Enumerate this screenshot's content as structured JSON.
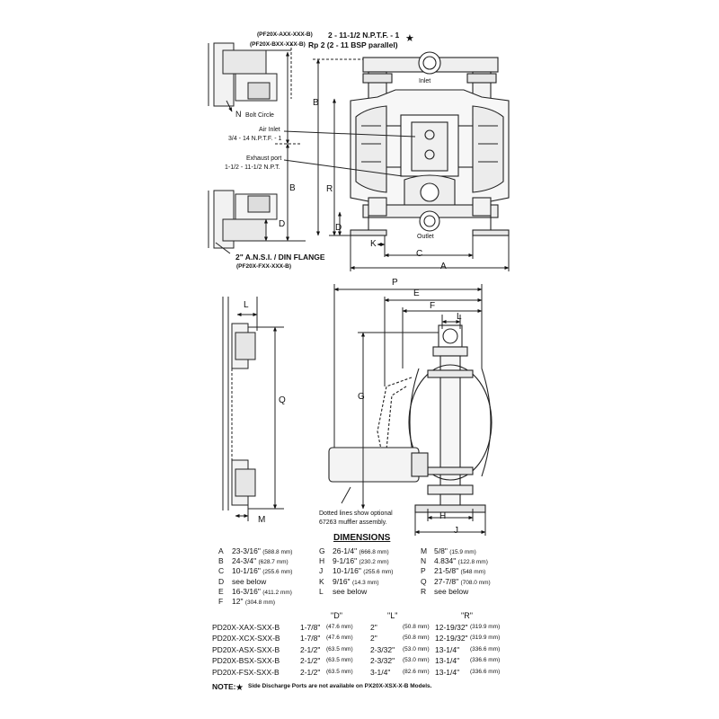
{
  "top_callouts": {
    "npt_code": "(PF20X-AXX-XXX-B)",
    "npt_label": "2 - 11-1/2 N.P.T.F. - 1",
    "bsp_code": "(PF20X-BXX-XXX-B)",
    "bsp_label": "Rp 2 (2 - 11 BSP parallel)"
  },
  "labels": {
    "inlet": "Inlet",
    "outlet": "Outlet",
    "bolt_circle": "Bolt Circle",
    "air_inlet_1": "Air Inlet",
    "air_inlet_2": "3/4 - 14 N.P.T.F. - 1",
    "exhaust_1": "Exhaust port",
    "exhaust_2": "1-1/2 - 11-1/2 N.P.T.",
    "flange_1": "2\" A.N.S.I. / DIN FLANGE",
    "flange_2": "(PF20X-FXX-XXX-B)",
    "dotted_1": "Dotted lines show optional",
    "dotted_2": "67263 muffler assembly."
  },
  "dim_letters": {
    "N": "N",
    "B": "B",
    "R": "R",
    "D": "D",
    "K": "K",
    "C": "C",
    "A": "A",
    "P": "P",
    "E": "E",
    "F": "F",
    "L": "L",
    "G": "G",
    "Q": "Q",
    "H": "H",
    "J": "J",
    "M": "M"
  },
  "dimensions": {
    "title": "DIMENSIONS",
    "col1": [
      {
        "k": "A",
        "v": "23-3/16\"",
        "mm": "(588.8 mm)"
      },
      {
        "k": "B",
        "v": "24-3/4\"",
        "mm": "(628.7 mm)"
      },
      {
        "k": "C",
        "v": "10-1/16\"",
        "mm": "(255.6 mm)"
      },
      {
        "k": "D",
        "v": "see below",
        "mm": ""
      },
      {
        "k": "E",
        "v": "16-3/16\"",
        "mm": "(411.2 mm)"
      },
      {
        "k": "F",
        "v": "12\"",
        "mm": "(304.8 mm)"
      }
    ],
    "col2": [
      {
        "k": "G",
        "v": "26-1/4\"",
        "mm": "(666.8 mm)"
      },
      {
        "k": "H",
        "v": "9-1/16\"",
        "mm": "(230.2 mm)"
      },
      {
        "k": "J",
        "v": "10-1/16\"",
        "mm": "(255.6 mm)"
      },
      {
        "k": "K",
        "v": "9/16\"",
        "mm": "(14.3 mm)"
      },
      {
        "k": "L",
        "v": "see below",
        "mm": ""
      }
    ],
    "col3": [
      {
        "k": "M",
        "v": "5/8\"",
        "mm": "(15.9 mm)"
      },
      {
        "k": "N",
        "v": "4.834\"",
        "mm": "(122.8 mm)"
      },
      {
        "k": "P",
        "v": "21-5/8\"",
        "mm": "(548 mm)"
      },
      {
        "k": "Q",
        "v": "27-7/8\"",
        "mm": "(708.0 mm)"
      },
      {
        "k": "R",
        "v": "see below",
        "mm": ""
      }
    ]
  },
  "model_table": {
    "headers": [
      "\"D\"",
      "\"L\"",
      "\"R\""
    ],
    "rows": [
      {
        "model": "PD20X-XAX-SXX-B",
        "d": "1-7/8\"",
        "dmm": "(47.6 mm)",
        "l": "2\"",
        "lmm": "(50.8 mm)",
        "r": "12-19/32\"",
        "rmm": "(319.9 mm)"
      },
      {
        "model": "PD20X-XCX-SXX-B",
        "d": "1-7/8\"",
        "dmm": "(47.6 mm)",
        "l": "2\"",
        "lmm": "(50.8 mm)",
        "r": "12-19/32\"",
        "rmm": "(319.9 mm)"
      },
      {
        "model": "PD20X-ASX-SXX-B",
        "d": "2-1/2\"",
        "dmm": "(63.5 mm)",
        "l": "2-3/32\"",
        "lmm": "(53.0 mm)",
        "r": "13-1/4\"",
        "rmm": "(336.6 mm)"
      },
      {
        "model": "PD20X-BSX-SXX-B",
        "d": "2-1/2\"",
        "dmm": "(63.5 mm)",
        "l": "2-3/32\"",
        "lmm": "(53.0 mm)",
        "r": "13-1/4\"",
        "rmm": "(336.6 mm)"
      },
      {
        "model": "PD20X-FSX-SXX-B",
        "d": "2-1/2\"",
        "dmm": "(63.5 mm)",
        "l": "3-1/4\"",
        "lmm": "(82.6 mm)",
        "r": "13-1/4\"",
        "rmm": "(336.6 mm)"
      }
    ]
  },
  "note": {
    "label": "NOTE:",
    "text": "Side Discharge Ports are not available on PX20X-XSX-X-B Models."
  }
}
